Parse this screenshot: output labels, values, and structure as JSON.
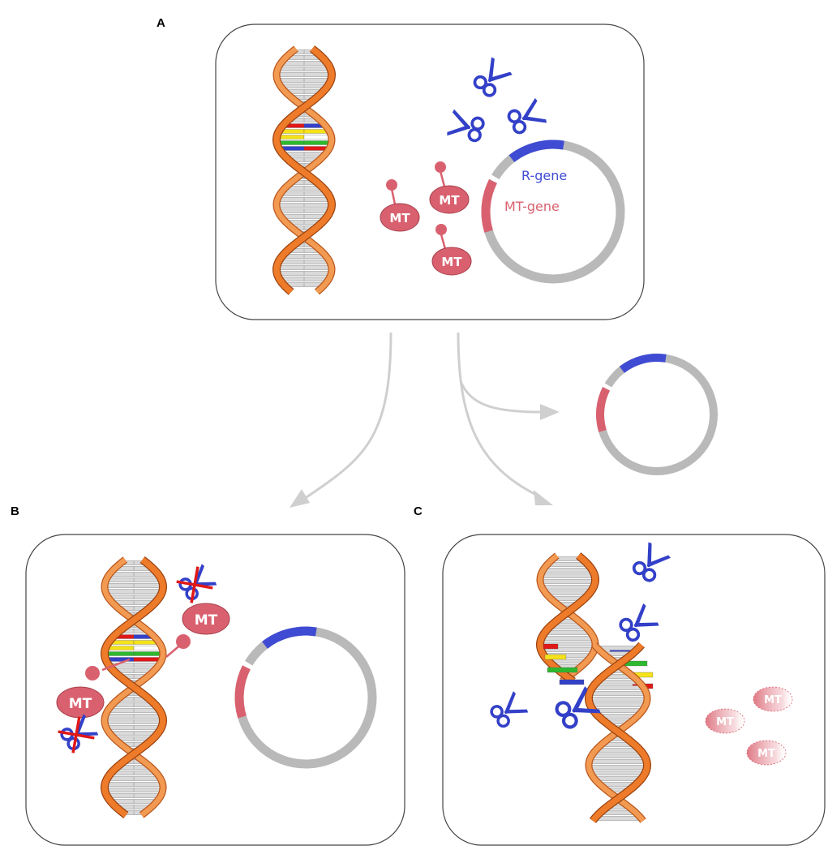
{
  "panels": {
    "a": {
      "letter": "A"
    },
    "b": {
      "letter": "B"
    },
    "c": {
      "letter": "C"
    }
  },
  "plasmid": {
    "r_gene_label": "R-gene",
    "mt_gene_label": "MT-gene"
  },
  "enzyme": {
    "label": "MT"
  },
  "colors": {
    "r_gene": "#3f4bd2",
    "mt_gene": "#d9616f",
    "plasmid": "#b9b9b9",
    "helix": "#ee7b2a",
    "scissors": "#3340c8",
    "arrow": "#cfcfcf",
    "block_x": "#e01818"
  }
}
